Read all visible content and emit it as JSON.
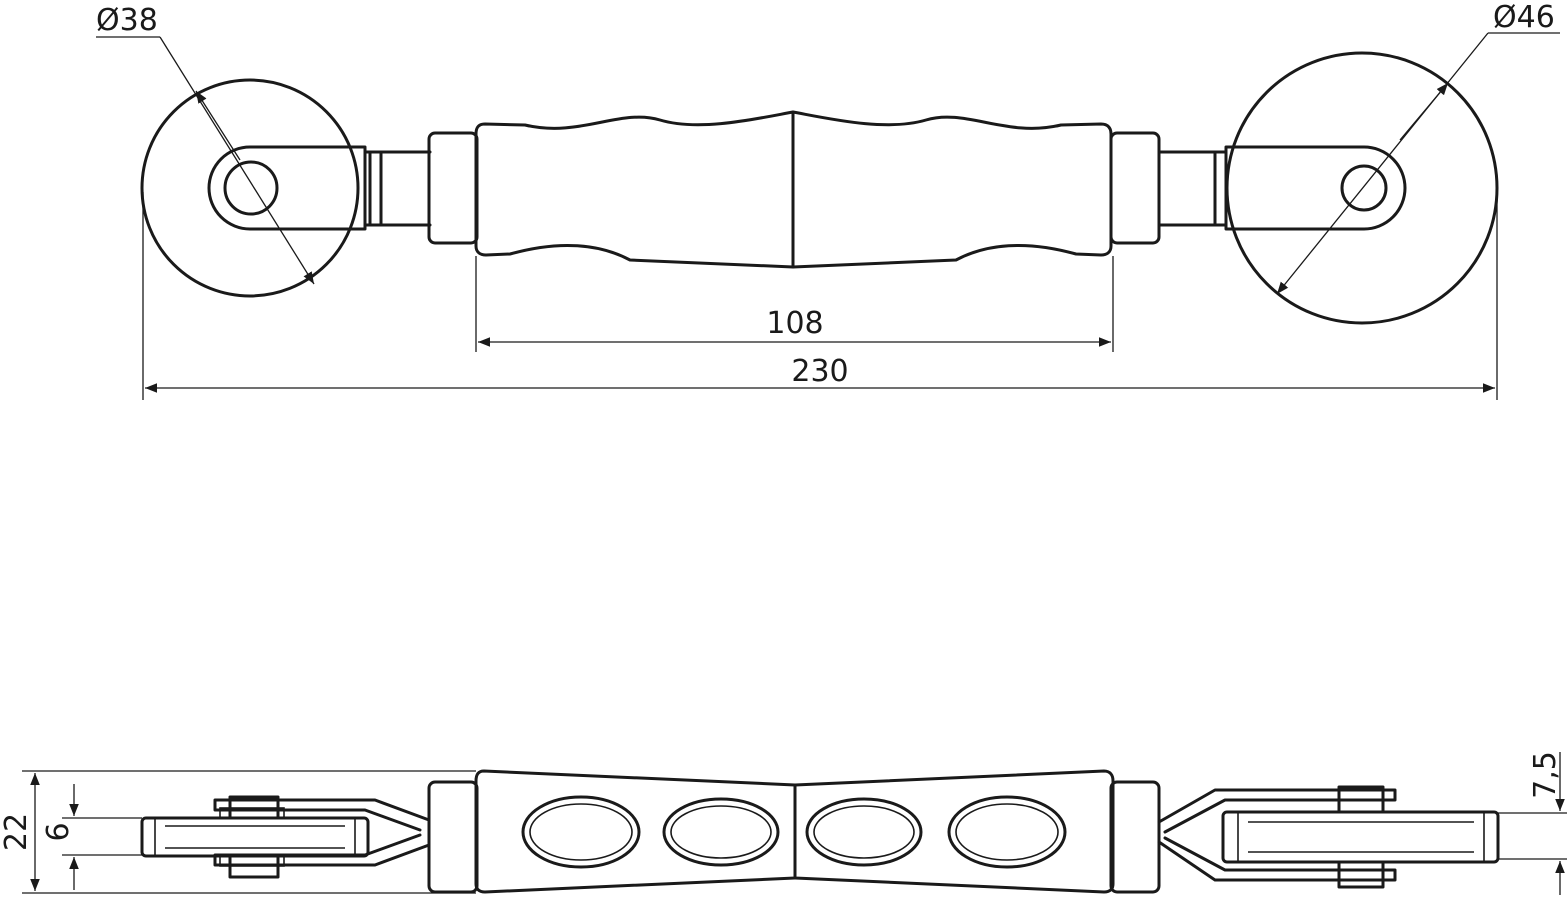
{
  "labels": {
    "dia_left": "Ø38",
    "dia_right": "Ø46",
    "grip_length": "108",
    "total_length": "230",
    "height_total": "22",
    "axle": "6",
    "offset": "7,5"
  }
}
